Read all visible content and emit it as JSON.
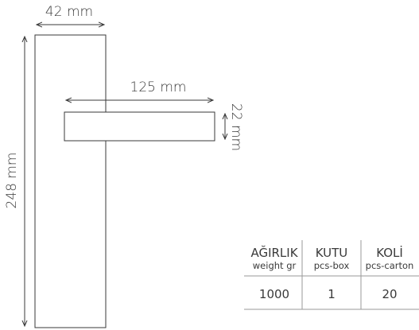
{
  "dimensions": {
    "width": "42 mm",
    "height": "248 mm",
    "handle_length": "125 mm",
    "handle_height": "22 mm"
  },
  "table": {
    "columns": [
      {
        "header": "AĞIRLIK",
        "subheader": "weight gr",
        "value": "1000"
      },
      {
        "header": "KUTU",
        "subheader": "pcs-box",
        "value": "1"
      },
      {
        "header": "KOLİ",
        "subheader": "pcs-carton",
        "value": "20"
      }
    ]
  },
  "colors": {
    "line": "#3a3a3a",
    "rule": "#9a9a9a"
  }
}
